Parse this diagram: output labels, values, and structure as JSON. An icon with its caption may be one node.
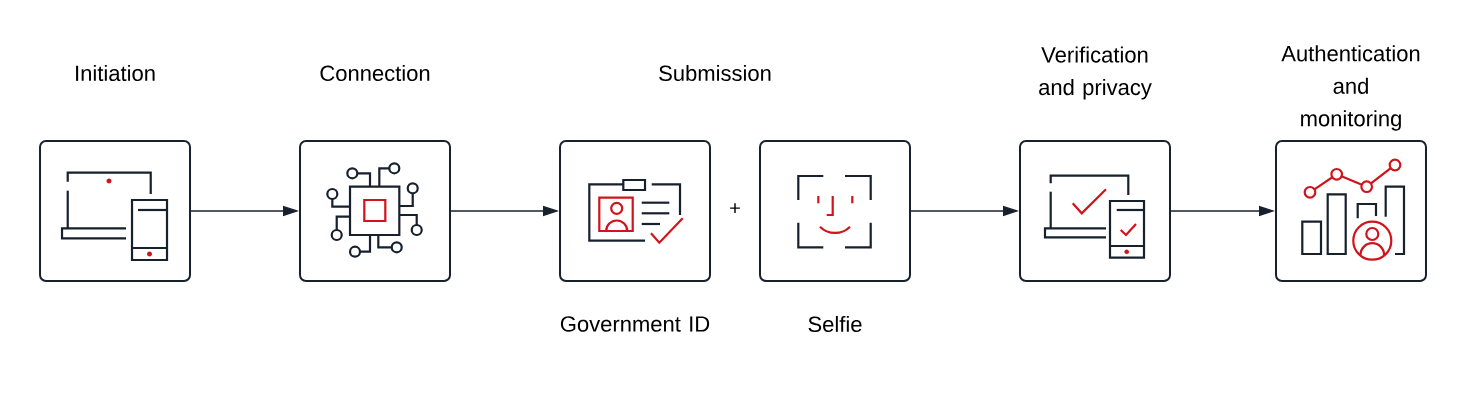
{
  "diagram": {
    "nodes": [
      {
        "text": [
          "Initiation"
        ]
      },
      {
        "text": [
          "Connection"
        ]
      },
      {
        "text": [
          "Government ID"
        ]
      },
      {
        "text": [
          "Selfie"
        ]
      },
      {
        "text": [
          "Verification and privacy"
        ]
      },
      {
        "text": [
          "Authentication and monitoring"
        ]
      }
    ],
    "edges": [
      {
        "from": 0,
        "to": 1,
        "arrow": "to"
      },
      {
        "from": 1,
        "to": 2,
        "arrow": "to"
      },
      {
        "from": 3,
        "to": 4,
        "arrow": "to"
      },
      {
        "from": 4,
        "to": 5,
        "arrow": "to"
      }
    ],
    "labels": [
      "Submission",
      "+"
    ]
  }
}
